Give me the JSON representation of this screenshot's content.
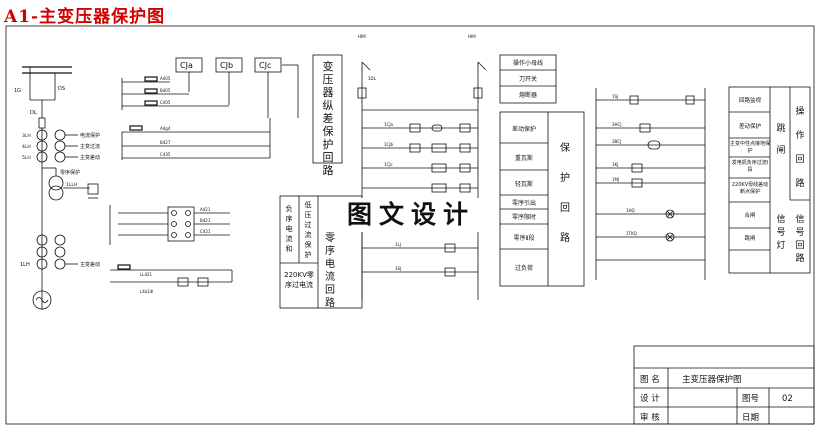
{
  "sheet_title": "A1-主变压器保护图",
  "watermark": "图文设计",
  "ct_boxes": [
    "CJa",
    "CJb",
    "CJc"
  ],
  "diff_protection_title": "变压器纵差保护回路",
  "zero_seq_title": "零序过电流保护",
  "zero_seq_subtitle": "零序电流回路",
  "zero_seq_label_220": "220KV零序过电流",
  "zero_seq_left_col": "负序电流和",
  "zero_seq_mid_col": "低压过流保护",
  "bus_panel": {
    "title": "操作小母线",
    "items": [
      "刀开关",
      "熔断器"
    ]
  },
  "protection_panel": {
    "title": "保护回路",
    "items": [
      "差动保护",
      "重瓦斯",
      "轻瓦斯",
      "零序引出",
      "零序限时",
      "零序Ⅱ段",
      "过负荷"
    ]
  },
  "trip_panel": {
    "header_rows": [
      "回路监视",
      "差动保护",
      "主变中性点接地保护",
      "发电机负序过流Ⅰ段",
      "220KV母线差动断点保护"
    ],
    "side_tag": "跳闸",
    "op_title": "操作回路",
    "lamp_rows": [
      "合闸",
      "跳闸"
    ],
    "lamp_tag": "信号灯",
    "signal_title": "信号回路"
  },
  "left_labels": {
    "relays": [
      "1G",
      "DL",
      "1DL"
    ],
    "ct_protection": [
      "电流保护",
      "主变过流",
      "主变差动"
    ],
    "zero_seq_tag": "零序保护",
    "tx_tag": "主变差动",
    "gen_tag": "1LH"
  },
  "title_block": {
    "rows": [
      {
        "label": "图  名",
        "value": "主变压器保护图"
      },
      {
        "label": "设  计",
        "value": "",
        "sub_label": "图号",
        "sub_value": "02"
      },
      {
        "label": "审  核",
        "value": "",
        "sub_label": "日期",
        "sub_value": ""
      }
    ]
  }
}
